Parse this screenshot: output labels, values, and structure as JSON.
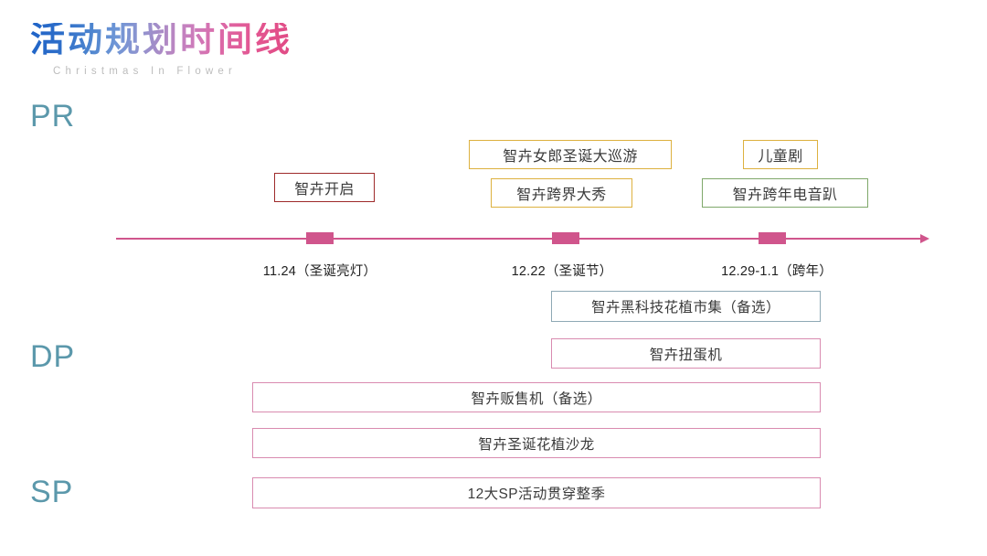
{
  "header": {
    "title": "活动规划时间线",
    "subtitle": "Christmas In Flower",
    "title_gradient_from": "#1e63c8",
    "title_gradient_to": "#e04a84",
    "subtitle_color": "#bdbdbd"
  },
  "sections": {
    "pr_label": "PR",
    "dp_label": "DP",
    "sp_label": "SP",
    "label_color": "#5b98ab"
  },
  "timeline": {
    "line_color": "#d0558c",
    "marker_color": "#d0558c",
    "milestones": [
      {
        "date": "11.24（圣诞亮灯）"
      },
      {
        "date": "12.22（圣诞节）"
      },
      {
        "date": "12.29-1.1（跨年）"
      }
    ]
  },
  "pr_events": [
    {
      "label": "智卉开启",
      "border_color": "#9e2a2a"
    },
    {
      "label": "智卉女郎圣诞大巡游",
      "border_color": "#d9b košt"
    },
    {
      "label": "智卉跨界大秀",
      "border_color": "#ddb13f"
    },
    {
      "label": "儿童剧",
      "border_color": "#ddb13f"
    },
    {
      "label": "智卉跨年电音趴",
      "border_color": "#7fa86a"
    }
  ],
  "dp_events": [
    {
      "label": "智卉黑科技花植市集（备选）",
      "border_color": "#8fa9b5"
    },
    {
      "label": "智卉扭蛋机",
      "border_color": "#d98bb0"
    },
    {
      "label": "智卉贩售机（备选）",
      "border_color": "#d98bb0"
    },
    {
      "label": "智卉圣诞花植沙龙",
      "border_color": "#d98bb0"
    }
  ],
  "sp_events": [
    {
      "label": "12大SP活动贯穿整季",
      "border_color": "#d98bb0"
    }
  ]
}
